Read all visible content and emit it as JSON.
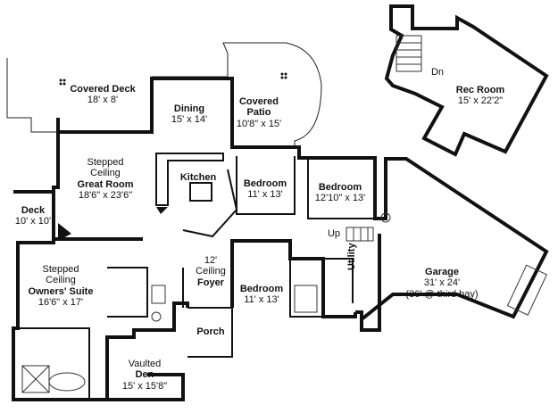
{
  "rooms": {
    "covered_deck": {
      "name": "Covered Deck",
      "dims": "18' x 8'"
    },
    "dining": {
      "name": "Dining",
      "dims": "15' x 14'"
    },
    "covered_patio": {
      "name_line1": "Covered",
      "name_line2": "Patio",
      "dims": "10'8\" x 15'"
    },
    "rec_room": {
      "name": "Rec Room",
      "dims": "15' x 22'2\""
    },
    "dn": "Dn",
    "great_room": {
      "line1": "Stepped",
      "line2": "Ceiling",
      "name": "Great Room",
      "dims": "18'6\" x 23'6\""
    },
    "kitchen": {
      "name": "Kitchen"
    },
    "bedroom_a": {
      "name": "Bedroom",
      "dims": "11' x 13'"
    },
    "bedroom_b": {
      "name": "Bedroom",
      "dims": "12'10\" x 13'"
    },
    "deck": {
      "name": "Deck",
      "dims": "10' x 10'"
    },
    "up": "Up",
    "garage": {
      "name": "Garage",
      "dims": "31' x 24'",
      "note": "(36' @ third bay)"
    },
    "owners_suite": {
      "line1": "Stepped",
      "line2": "Ceiling",
      "name": "Owners' Suite",
      "dims": "16'6\" x 17'"
    },
    "foyer": {
      "line1": "12'",
      "line2": "Ceiling",
      "name": "Foyer"
    },
    "bedroom_c": {
      "name": "Bedroom",
      "dims": "11' x 13'"
    },
    "utility": {
      "name": "Utility"
    },
    "porch": {
      "name": "Porch"
    },
    "den": {
      "line1": "Vaulted",
      "name": "Den",
      "dims": "15' x 15'8\""
    }
  }
}
